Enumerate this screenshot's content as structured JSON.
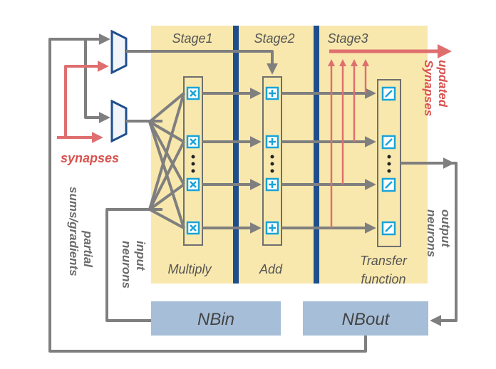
{
  "stages": {
    "stage1": "Stage1",
    "stage2": "Stage2",
    "stage3": "Stage3"
  },
  "columns": {
    "multiply": "Multiply",
    "add": "Add",
    "transfer_line1": "Transfer",
    "transfer_line2": "function"
  },
  "buffers": {
    "nbin": "NBin",
    "nbout": "NBout"
  },
  "side_labels": {
    "synapses": "synapses",
    "updated_line1": "updated",
    "updated_line2": "Synapses",
    "input_line1": "input",
    "input_line2": "neurons",
    "output_line1": "output",
    "output_line2": "neurons",
    "partial_line1": "partial",
    "partial_line2": "sums/gradients"
  },
  "colors": {
    "stage_bg": "#f8e8ad",
    "divider": "#1f4e8c",
    "buffer_fill": "#a6bed7",
    "arrow_gray": "#7f7f7f",
    "arrow_red": "#df6f6f",
    "icon_blue": "#1aa3d9",
    "label_gray": "#6a6a6a",
    "label_red": "#d9534f"
  }
}
